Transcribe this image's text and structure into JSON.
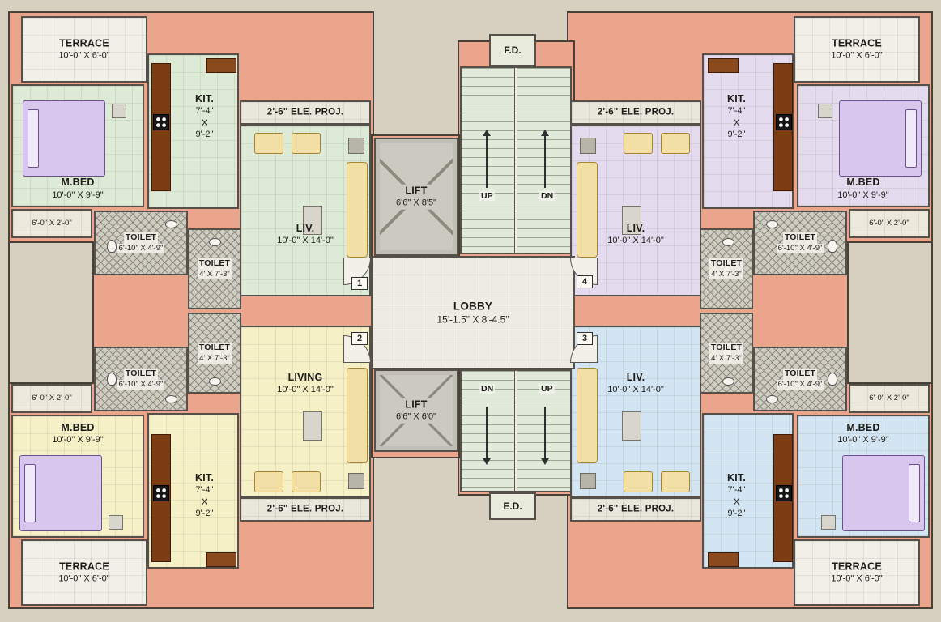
{
  "colors": {
    "background": "#d7cfc0",
    "wall": "#eba58c",
    "unit_tl": "#dcead6",
    "unit_tr": "#e5dbee",
    "unit_bl": "#f5f0c6",
    "unit_br": "#d3e5f2",
    "toilet_hatch": "#cfccc2",
    "kitchen_counter": "#7d3c12",
    "bed": "#d9c6ec",
    "sofa": "#f2dfa6",
    "lift": "#ccc9c1",
    "stair": "#e1e9da"
  },
  "center": {
    "fd_label": "F.D.",
    "ed_label": "E.D.",
    "lobby_label": "LOBBY",
    "lobby_dims": "15'-1.5\" X 8'-4.5\"",
    "lift_top_label": "LIFT",
    "lift_top_dims": "6'6\" X 8'5\"",
    "lift_bottom_label": "LIFT",
    "lift_bottom_dims": "6'6\" X 6'0\"",
    "stair_top_left": "UP",
    "stair_top_right": "DN",
    "stair_bottom_left": "DN",
    "stair_bottom_right": "UP",
    "unit1_no": "1",
    "unit2_no": "2",
    "unit3_no": "3",
    "unit4_no": "4"
  },
  "unit_tl": {
    "terrace_label": "TERRACE",
    "terrace_dims": "10'-0\" X 6'-0\"",
    "mbed_label": "M.BED",
    "mbed_dims": "10'-0\" X 9'-9\"",
    "kit_label": "KIT.",
    "kit_d1": "7'-4\"",
    "kit_d2": "X",
    "kit_d3": "9'-2\"",
    "ele_label": "2'-6\" ELE. PROJ.",
    "liv_label": "LIV.",
    "liv_dims": "10'-0\" X 14'-0\"",
    "toilet1_label": "TOILET",
    "toilet1_dims": "6'-10\" X 4'-9\"",
    "toilet2_label": "TOILET",
    "toilet2_dims": "4' X 7'-3\"",
    "niche_dims": "6'-0\" X 2'-0\""
  },
  "unit_tr": {
    "terrace_label": "TERRACE",
    "terrace_dims": "10'-0\" X 6'-0\"",
    "mbed_label": "M.BED",
    "mbed_dims": "10'-0\" X 9'-9\"",
    "kit_label": "KIT.",
    "kit_d1": "7'-4\"",
    "kit_d2": "X",
    "kit_d3": "9'-2\"",
    "ele_label": "2'-6\" ELE. PROJ.",
    "liv_label": "LIV.",
    "liv_dims": "10'-0\" X 14'-0\"",
    "toilet1_label": "TOILET",
    "toilet1_dims": "6'-10\" X 4'-9\"",
    "toilet2_label": "TOILET",
    "toilet2_dims": "4' X 7'-3\"",
    "niche_dims": "6'-0\" X 2'-0\""
  },
  "unit_bl": {
    "terrace_label": "TERRACE",
    "terrace_dims": "10'-0\" X 6'-0\"",
    "mbed_label": "M.BED",
    "mbed_dims": "10'-0\" X 9'-9\"",
    "kit_label": "KIT.",
    "kit_d1": "7'-4\"",
    "kit_d2": "X",
    "kit_d3": "9'-2\"",
    "ele_label": "2'-6\" ELE. PROJ.",
    "liv_label": "LIVING",
    "liv_dims": "10'-0\" X 14'-0\"",
    "toilet1_label": "TOILET",
    "toilet1_dims": "6'-10\" X 4'-9\"",
    "toilet2_label": "TOILET",
    "toilet2_dims": "4' X 7'-3\"",
    "niche_dims": "6'-0\" X 2'-0\""
  },
  "unit_br": {
    "terrace_label": "TERRACE",
    "terrace_dims": "10'-0\" X 6'-0\"",
    "mbed_label": "M.BED",
    "mbed_dims": "10'-0\" X 9'-9\"",
    "kit_label": "KIT.",
    "kit_d1": "7'-4\"",
    "kit_d2": "X",
    "kit_d3": "9'-2\"",
    "ele_label": "2'-6\" ELE. PROJ.",
    "liv_label": "LIV.",
    "liv_dims": "10'-0\" X 14'-0\"",
    "toilet1_label": "TOILET",
    "toilet1_dims": "6'-10\" X 4'-9\"",
    "toilet2_label": "TOILET",
    "toilet2_dims": "4' X 7'-3\"",
    "niche_dims": "6'-0\" X 2'-0\""
  }
}
